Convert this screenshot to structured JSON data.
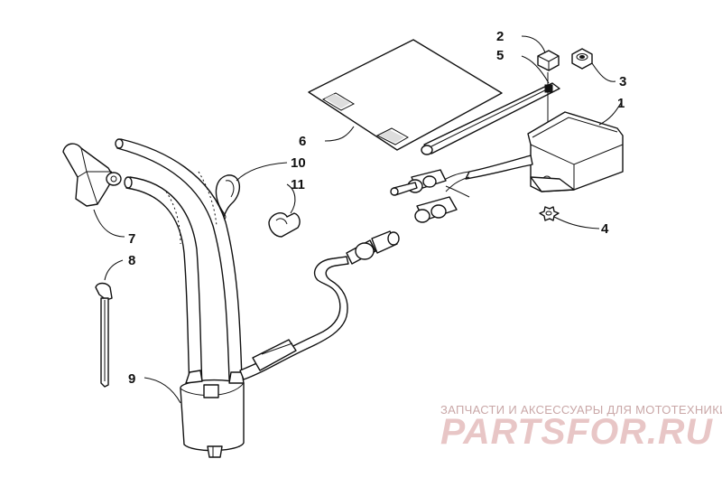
{
  "callouts": [
    {
      "id": "1",
      "label": "1"
    },
    {
      "id": "2",
      "label": "2"
    },
    {
      "id": "3",
      "label": "3"
    },
    {
      "id": "4",
      "label": "4"
    },
    {
      "id": "5",
      "label": "5"
    },
    {
      "id": "6",
      "label": "6"
    },
    {
      "id": "7",
      "label": "7"
    },
    {
      "id": "8",
      "label": "8"
    },
    {
      "id": "9",
      "label": "9"
    },
    {
      "id": "10",
      "label": "10"
    },
    {
      "id": "11",
      "label": "11"
    }
  ],
  "watermark": {
    "tagline": "ЗАПЧАСТИ И АКСЕССУАРЫ ДЛЯ МОТОТЕХНИКИ",
    "brand": "PARTSFOR.RU",
    "color": "#e8c6c6"
  }
}
